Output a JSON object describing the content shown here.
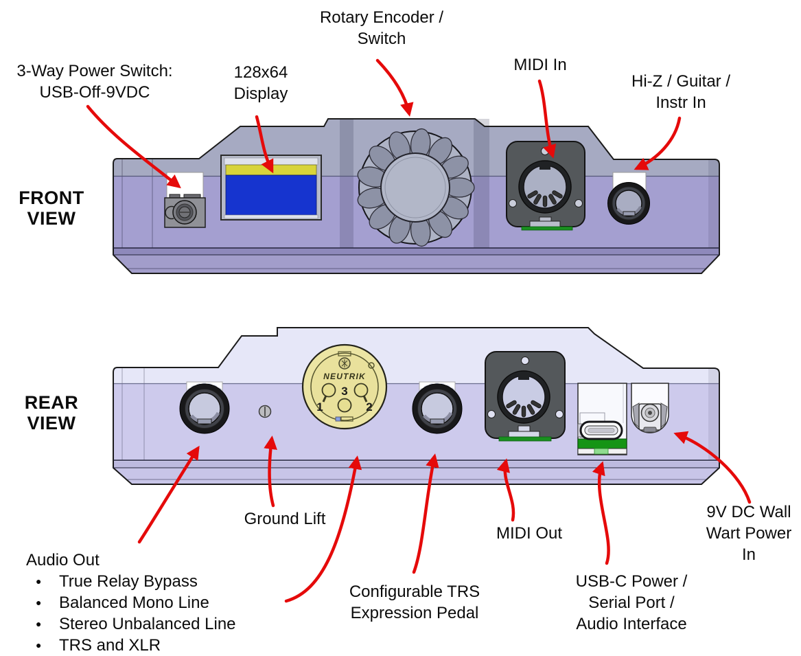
{
  "front": {
    "view_label": {
      "line1": "FRONT",
      "line2": "VIEW"
    },
    "callouts": {
      "power": {
        "line1": "3-Way Power Switch:",
        "line2": "USB-Off-9VDC"
      },
      "display": {
        "line1": "128x64",
        "line2": "Display"
      },
      "rotary": {
        "line1": "Rotary Encoder /",
        "line2": "Switch"
      },
      "midi_in": {
        "line1": "MIDI In"
      },
      "hiz": {
        "line1": "Hi-Z / Guitar /",
        "line2": "Instr In"
      }
    }
  },
  "rear": {
    "view_label": {
      "line1": "REAR",
      "line2": "VIEW"
    },
    "callouts": {
      "ground_lift": {
        "line1": "Ground Lift"
      },
      "audio_out": {
        "heading": "Audio Out",
        "bullets": [
          "True Relay Bypass",
          "Balanced Mono Line",
          "Stereo Unbalanced Line",
          "TRS and XLR"
        ]
      },
      "trs": {
        "line1": "Configurable TRS",
        "line2": "Expression Pedal"
      },
      "midi_out": {
        "line1": "MIDI Out"
      },
      "usbc": {
        "line1": "USB-C Power /",
        "line2": "Serial Port /",
        "line3": "Audio Interface"
      },
      "dc": {
        "line1": "9V DC Wall",
        "line2": "Wart Power",
        "line3": "In"
      }
    },
    "xlr": {
      "brand": "NEUTRIK",
      "pin1": "1",
      "pin2": "2",
      "pin3": "3"
    }
  },
  "colors": {
    "arrow_red": "#e50a0a",
    "front_top_band": "#a6aac2",
    "front_face": "#a49fd0",
    "rear_top_band": "#e6e7f8",
    "rear_face": "#cdcaec",
    "display_blue": "#1634cf",
    "display_yellow": "#d8d43a",
    "pcb_green": "#159415",
    "xlr_gold": "#ece5a4",
    "outline": "#1b1b1b"
  }
}
